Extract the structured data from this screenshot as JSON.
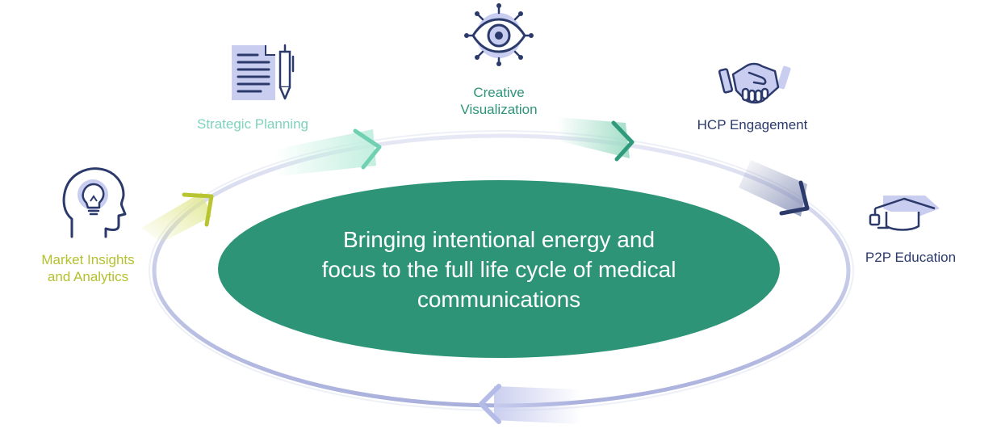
{
  "center_message": {
    "line1": "Bringing intentional energy and",
    "line2": "focus to the full life cycle of medical",
    "line3": "communications"
  },
  "stages": [
    {
      "lines": [
        "Market Insights",
        "and Analytics"
      ],
      "icon": "lightbulb-head-icon",
      "color": "#b5c02f"
    },
    {
      "lines": [
        "Strategic Planning"
      ],
      "icon": "document-pen-icon",
      "color": "#7fd3bd"
    },
    {
      "lines": [
        "Creative",
        "Visualization"
      ],
      "icon": "eye-icon",
      "color": "#2e9478"
    },
    {
      "lines": [
        "HCP Engagement"
      ],
      "icon": "handshake-icon",
      "color": "#2b3a6b"
    },
    {
      "lines": [
        "P2P Education"
      ],
      "icon": "graduation-cap-icon",
      "color": "#2b3a6b"
    }
  ],
  "colors": {
    "center_fill": "#2e9478",
    "ring": "#c7cbe6",
    "icon_fill": "#c9cdf0",
    "icon_stroke": "#2b3a6b",
    "chevron_lime": "#b8c430",
    "chevron_mint": "#6fd0b2",
    "chevron_teal": "#2f9a7c",
    "chevron_navy": "#2b3a6b",
    "chevron_lavender": "#b4bbe6"
  }
}
